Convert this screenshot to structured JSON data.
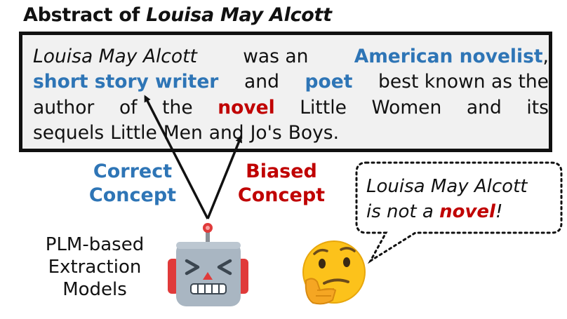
{
  "title": {
    "prefix": "Abstract of ",
    "subject": "Louisa May Alcott"
  },
  "abstract": {
    "line1": [
      "Louisa",
      "May",
      "Alcott",
      "was",
      "an",
      "American novelist",
      ","
    ],
    "line1_display": {
      "subject": "Louisa May Alcott",
      "t1": "was an",
      "concept1": "American novelist",
      "comma": ","
    },
    "line2": {
      "concept2": "short story writer",
      "t2": "and",
      "concept3": "poet",
      "t3": "best known as the"
    },
    "line3": {
      "w1": "author",
      "w2": "of",
      "w3": "the",
      "biased": "novel",
      "w4": "Little",
      "w5": "Women",
      "w6": "and",
      "w7": "its"
    },
    "line4": {
      "w1": "sequels",
      "w2": "Little",
      "w3": "Men",
      "w4": "and",
      "w5": "Jo's",
      "w6": "Boys."
    }
  },
  "labels": {
    "correct_1": "Correct",
    "correct_2": "Concept",
    "biased_1": "Biased",
    "biased_2": "Concept",
    "model_1": "PLM-based",
    "model_2": "Extraction",
    "model_3": "Models"
  },
  "bubble": {
    "line1": "Louisa May Alcott",
    "line2_pre": "is not a ",
    "line2_word": "novel",
    "line2_post": "!"
  },
  "icons": {
    "robot": "robot-face-icon",
    "thinking": "thinking-face-emoji"
  },
  "colors": {
    "correct": "#2e75b6",
    "biased": "#c00000",
    "box_border": "#111111",
    "box_fill": "#f1f1f1"
  }
}
